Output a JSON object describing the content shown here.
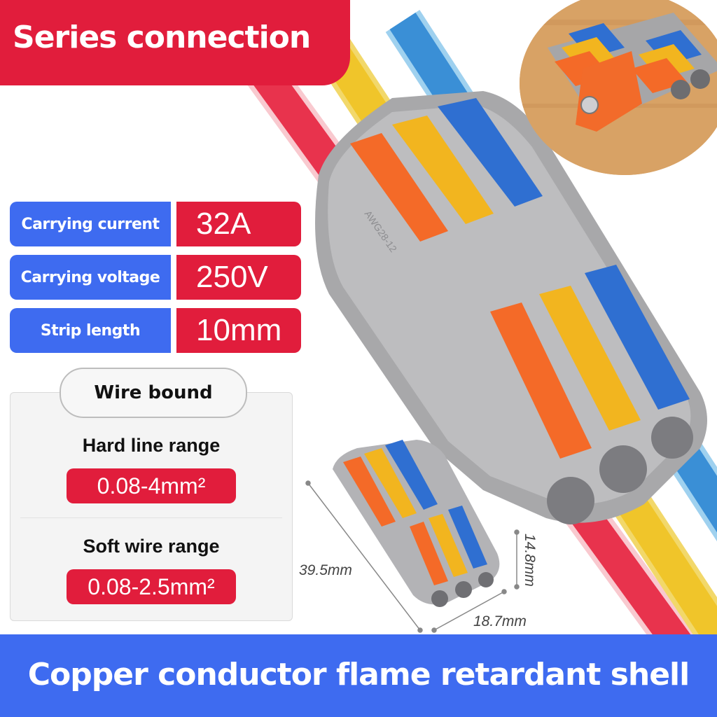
{
  "title": "Series connection",
  "specs": [
    {
      "label": "Carrying current",
      "value": "32A"
    },
    {
      "label": "Carrying voltage",
      "value": "250V"
    },
    {
      "label": "Strip length",
      "value": "10mm"
    }
  ],
  "wire_bound": {
    "heading": "Wire bound",
    "hard_label": "Hard line range",
    "hard_value": "0.08-4mm²",
    "soft_label": "Soft wire range",
    "soft_value": "0.08-2.5mm²"
  },
  "dimensions": {
    "length": "39.5mm",
    "height": "14.8mm",
    "width": "18.7mm"
  },
  "connector_marking": "AWG28-12",
  "footer": "Copper conductor flame retardant shell",
  "colors": {
    "red": "#e11d3c",
    "blue": "#3e6bf0",
    "lever_orange": "#f46a28",
    "lever_yellow": "#f2b51f",
    "lever_blue": "#2f6fd1",
    "housing_gray": "#a9a9ab"
  }
}
